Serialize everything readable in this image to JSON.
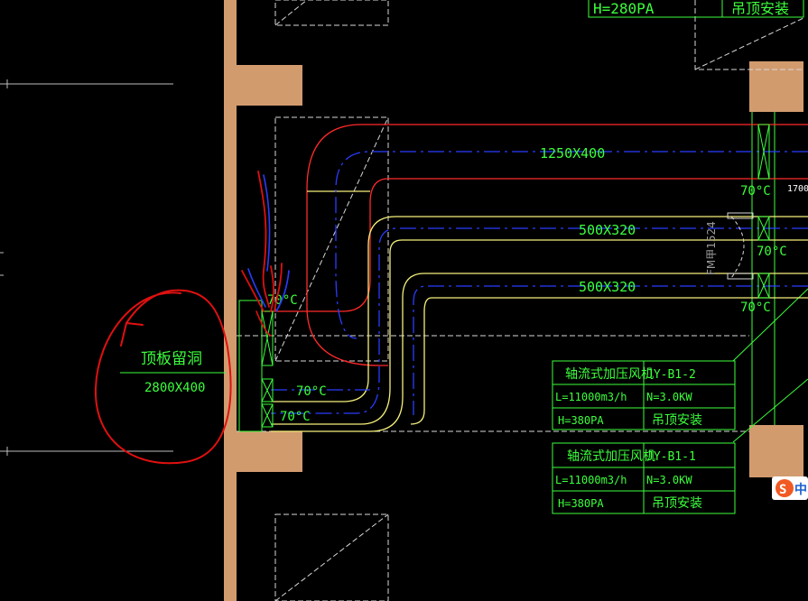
{
  "ducts": {
    "main_size": "1250X400",
    "branch_upper_size": "500X320",
    "branch_lower_size": "500X320"
  },
  "dampers": {
    "d1": "70°C",
    "d2": "70°C",
    "d3": "70°C",
    "d4": "70°C",
    "d5": "70°C",
    "d6": "70°C"
  },
  "door": {
    "tag": "FM甲1524",
    "width": "1700"
  },
  "top_note": {
    "pressure": "H=280PA",
    "install": "吊顶安装"
  },
  "opening": {
    "name": "顶板留洞",
    "size": "2800X400"
  },
  "fans": [
    {
      "name": "轴流式加压风机",
      "code": "JY-B1-2",
      "flow": "L=11000m3/h",
      "power": "N=3.0KW",
      "pressure": "H=380PA",
      "install": "吊顶安装"
    },
    {
      "name": "轴流式加压风机",
      "code": "JY-B1-1",
      "flow": "L=11000m3/h",
      "power": "N=3.0KW",
      "pressure": "H=380PA",
      "install": "吊顶安装"
    }
  ],
  "colors": {
    "background": "#000000",
    "wall": "#d29b6e",
    "duct_red": "#ff2a2a",
    "duct_yellow": "#f5f07a",
    "centerline_blue": "#2a3cff",
    "annotation_green": "#3cff3c",
    "hatch_white": "#d8d8d8",
    "markup_red": "#e01010"
  },
  "badge": {
    "glyph": "S",
    "char": "中"
  }
}
